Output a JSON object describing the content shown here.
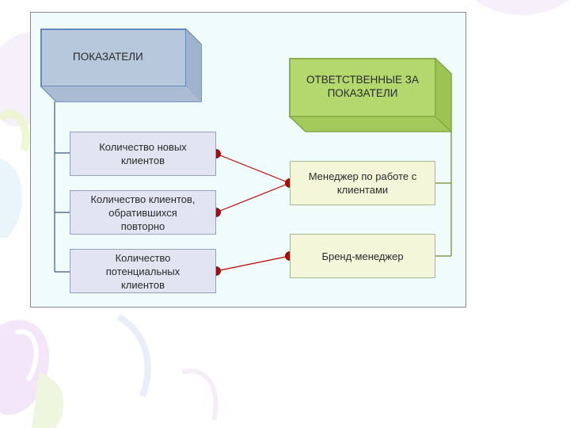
{
  "diagram": {
    "indicators_header": "ПОКАЗАТЕЛИ",
    "responsible_header": "ОТВЕТСТВЕННЫЕ ЗА\nПОКАЗАТЕЛИ",
    "indicators": [
      {
        "label": "Количество новых\nклиентов"
      },
      {
        "label": "Количество клиентов,\nобратившихся\nповторно"
      },
      {
        "label": "Количество\nпотенциальных\nклиентов"
      }
    ],
    "responsible": [
      {
        "label": "Менеджер по работе с\nклиентами"
      },
      {
        "label": "Бренд-менеджер"
      }
    ],
    "colors": {
      "indicators_header": "#b8c8dc",
      "responsible_header": "#b4d86e",
      "indicator_box": "#e3e4f2",
      "responsible_box": "#f3f6d8",
      "connector": "#c00000"
    }
  }
}
